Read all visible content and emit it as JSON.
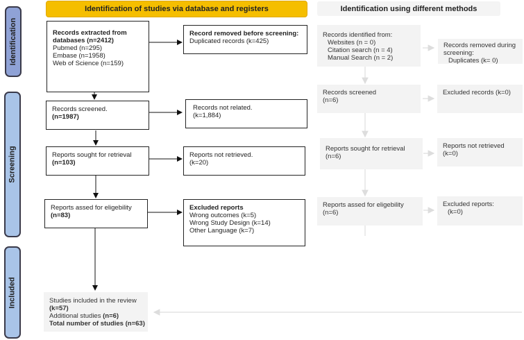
{
  "phases": [
    "Identification",
    "Screening",
    "Included"
  ],
  "headers": {
    "databases": "Identification of studies via database and registers",
    "other_methods": "Identification using different methods"
  },
  "colors": {
    "header_yellow": "#f5be00",
    "phase_blue": "#a9c4e8",
    "grey_box": "#f3f3f3"
  },
  "left": {
    "records_extracted": {
      "title1": "Records extracted from",
      "title2": "databases (n=2412)",
      "lines": [
        "Pubmed  (n=295)",
        "Embase (n=1958)",
        "Web of Science (n=159)"
      ]
    },
    "removed_before": {
      "title": "Record removed before screening:",
      "line": "Duplicated records (k=425)"
    },
    "screened": {
      "label": "Records screened.",
      "value": "(n=1987)"
    },
    "not_related": {
      "label": "Records not related.",
      "value": "(k=1,884)"
    },
    "sought": {
      "label": "Reports sought for retrieval",
      "value": "(n=103)"
    },
    "not_retrieved": {
      "label": "Reports not retrieved.",
      "value": "(k=20)"
    },
    "assessed": {
      "label": "Reports assed for eligebility",
      "value": "(n=83)"
    },
    "excluded": {
      "title": "Excluded reports",
      "lines": [
        "Wrong outcomes (k=5)",
        "Wrong Study Design (k=14)",
        "Other Language (k=7)"
      ]
    },
    "included": {
      "label": "Studies included in the review",
      "value": "(k=57)",
      "additional_label": "Additional studies ",
      "additional_value": "(n=6)",
      "total": "Total number of studies (n=63)"
    }
  },
  "right": {
    "identified": {
      "title": "Records identified from:",
      "lines": [
        "Websites (n = 0)",
        "Citation search (n = 4)",
        "Manual Search (n = 2)"
      ]
    },
    "removed_during": {
      "title1": "Records removed during",
      "title2": "screening:",
      "line": "Duplicates (k= 0)"
    },
    "screened": {
      "label": "Records screened",
      "value": "(n=6)"
    },
    "excluded_records": {
      "label": "Excluded records (k=0)"
    },
    "sought": {
      "label": "Reports sought for retrieval",
      "value": "(n=6)"
    },
    "not_retrieved": {
      "label": "Reports not retrieved",
      "value": "(k=0)"
    },
    "assessed": {
      "label": "Reports assed for eligebility",
      "value": "(n=6)"
    },
    "excluded": {
      "label": "Excluded reports:",
      "value": "(k=0)"
    }
  }
}
